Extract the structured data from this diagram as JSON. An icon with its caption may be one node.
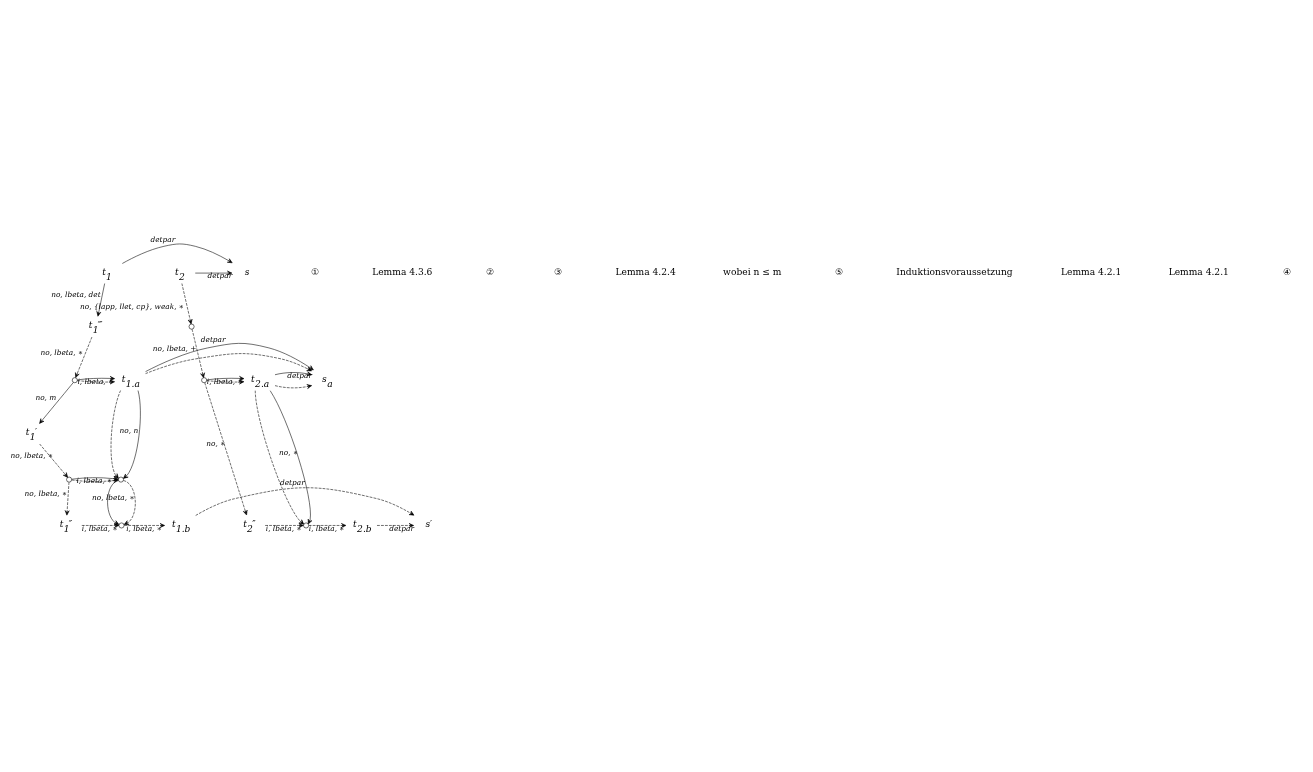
{
  "diagram": {
    "nodes": [
      {
        "text": [
          "t$_{1}$"
        ]
      },
      {
        "text": [
          "s"
        ]
      },
      {
        "text": [
          "t$_{2}$"
        ]
      },
      {
        "text": [
          "t$_{1}$‴"
        ]
      },
      {
        "text": [],
        "shape": "circle"
      },
      {
        "text": [],
        "shape": "circle"
      },
      {
        "text": [
          "t$_{1.a}$"
        ]
      },
      {
        "text": [
          "s$_{a}$"
        ]
      },
      {
        "text": [
          "t$_{2.a}$"
        ]
      },
      {
        "text": [],
        "shape": "circle"
      },
      {
        "text": [
          "t$_{1}$′"
        ]
      },
      {
        "text": [],
        "shape": "circle"
      },
      {
        "text": [],
        "shape": "circle"
      },
      {
        "text": [
          "t$_{1}$″"
        ]
      },
      {
        "text": [],
        "shape": "circle"
      },
      {
        "text": [
          "t$_{1.b}$"
        ]
      },
      {
        "text": [
          "s′"
        ]
      },
      {
        "text": [
          "t$_{2.b}$"
        ]
      },
      {
        "text": [],
        "shape": "circle"
      },
      {
        "text": [
          "t$_{2}$″"
        ]
      }
    ],
    "edges": [
      {
        "from": 0,
        "to": 1,
        "arrow": "to",
        "label": "detpar"
      },
      {
        "from": 2,
        "to": 1,
        "arrow": "to",
        "label": "detpar"
      },
      {
        "from": 0,
        "to": 3,
        "arrow": "to",
        "label": "no, lbeta, det"
      },
      {
        "from": 2,
        "to": 4,
        "arrow": "to",
        "label": "no, {lapp, llet, cp}, weak, ∗",
        "style": "dashed"
      },
      {
        "from": 3,
        "to": 5,
        "arrow": "to",
        "label": "no, lbeta, ∗",
        "style": "dashed"
      },
      {
        "from": 4,
        "to": 9,
        "arrow": "to",
        "label": "no, lbeta, +",
        "style": "dashed"
      },
      {
        "from": 5,
        "to": 6,
        "arrow": "to",
        "style": "dashed"
      },
      {
        "from": 5,
        "to": 6,
        "arrow": "to",
        "label": "i, lbeta, ∗"
      },
      {
        "from": 6,
        "to": 7,
        "arrow": "to",
        "style": "dashed"
      },
      {
        "from": 6,
        "to": 7,
        "arrow": "to",
        "label": "detpar"
      },
      {
        "from": 8,
        "to": 7,
        "arrow": "to",
        "style": "dashed"
      },
      {
        "from": 8,
        "to": 7,
        "arrow": "to",
        "label": "detpar"
      },
      {
        "from": 9,
        "to": 8,
        "arrow": "to",
        "style": "dashed"
      },
      {
        "from": 9,
        "to": 8,
        "arrow": "to",
        "label": "i, lbeta, ∗"
      },
      {
        "from": 5,
        "to": 10,
        "arrow": "to",
        "label": "no, m"
      },
      {
        "from": 6,
        "to": 12,
        "arrow": "to",
        "style": "dashed"
      },
      {
        "from": 6,
        "to": 12,
        "arrow": "to",
        "label": "no, n"
      },
      {
        "from": 10,
        "to": 11,
        "arrow": "to",
        "label": "no, lbeta, ∗",
        "style": "dashed"
      },
      {
        "from": 11,
        "to": 12,
        "arrow": "to",
        "style": "dashed"
      },
      {
        "from": 11,
        "to": 12,
        "arrow": "to",
        "label": "i, lbeta, ∗"
      },
      {
        "from": 11,
        "to": 13,
        "arrow": "to",
        "label": "no, lbeta, ∗",
        "style": "dashed"
      },
      {
        "from": 12,
        "to": 14,
        "arrow": "to"
      },
      {
        "from": 12,
        "to": 14,
        "arrow": "to",
        "label": "no, lbeta, ∗",
        "style": "dashed"
      },
      {
        "from": 8,
        "to": 18,
        "arrow": "to",
        "style": "dashed"
      },
      {
        "from": 8,
        "to": 18,
        "arrow": "to",
        "label": "no, ∗"
      },
      {
        "from": 9,
        "to": 19,
        "arrow": "to",
        "label": "no, ∗",
        "style": "dashed"
      },
      {
        "from": 13,
        "to": 14,
        "arrow": "to",
        "label": "i, lbeta, ∗",
        "style": "dashed"
      },
      {
        "from": 14,
        "to": 15,
        "arrow": "to",
        "label": "i, lbeta, ∗",
        "style": "dashed"
      },
      {
        "from": 15,
        "to": 16,
        "arrow": "to",
        "label": "detpar",
        "style": "dashed"
      },
      {
        "from": 17,
        "to": 16,
        "arrow": "to",
        "label": "detpar",
        "style": "dashed"
      },
      {
        "from": 18,
        "to": 17,
        "arrow": "to",
        "label": "i, lbeta, ∗",
        "style": "dashed"
      },
      {
        "from": 19,
        "to": 18,
        "arrow": "to",
        "label": "i, lbeta, ∗",
        "style": "dashed"
      }
    ],
    "labels": [
      "①",
      "Lemma 4.3.6",
      "②",
      "③",
      "Lemma 4.2.4",
      "wobei n ≤ m",
      "⑤",
      "Induktionsvoraussetzung",
      "Lemma 4.2.1",
      "Lemma 4.2.1",
      "④"
    ]
  }
}
